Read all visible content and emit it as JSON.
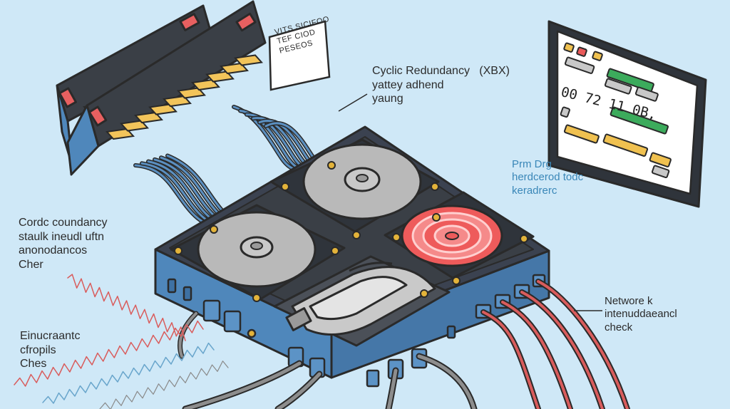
{
  "labels": {
    "crc": {
      "line1": "Cyclic Redundancy",
      "code": "(XBX)",
      "line2": "yattey adhend",
      "line3": "yaung"
    },
    "sticky_note": {
      "line1": "VITS SICIFOO",
      "line2": "TEF CIOD",
      "line3": "PESEOS"
    },
    "monitor": {
      "readout": "00 72 11 0B,"
    },
    "parity": {
      "line1": "Prm Drg",
      "line2": "herdcerod todc",
      "line3": "keradrerc"
    },
    "left_top": {
      "line1": "Cordc coundancy",
      "line2": "staulk ineudl uftn",
      "line3": "anonodancos",
      "line4": "Cher"
    },
    "left_bottom": {
      "line1": "Einucraantc",
      "line2": "cfropils",
      "line3": "Ches"
    },
    "network": {
      "line1": "Networe k",
      "line2": "intenuddaeancl",
      "line3": "check"
    }
  },
  "colors": {
    "background": "#cfe8f7",
    "outline": "#2a2a2a",
    "chassis": "#4f87bb",
    "chassis_top": "#3a3f46",
    "platter": "#b9b9b9",
    "platter_active": "#ee5b5b",
    "pin_gold": "#f2c45a",
    "cable_blue": "#5b8fc0",
    "cable_red": "#d95c5c",
    "screen_green": "#3cab5c",
    "screen_yellow": "#f0c150",
    "screen_red": "#ea5a5a"
  },
  "icons": [
    "ram-module-icon",
    "hard-drive-platter-icon",
    "monitor-icon",
    "cable-icon",
    "sticky-note-icon"
  ]
}
